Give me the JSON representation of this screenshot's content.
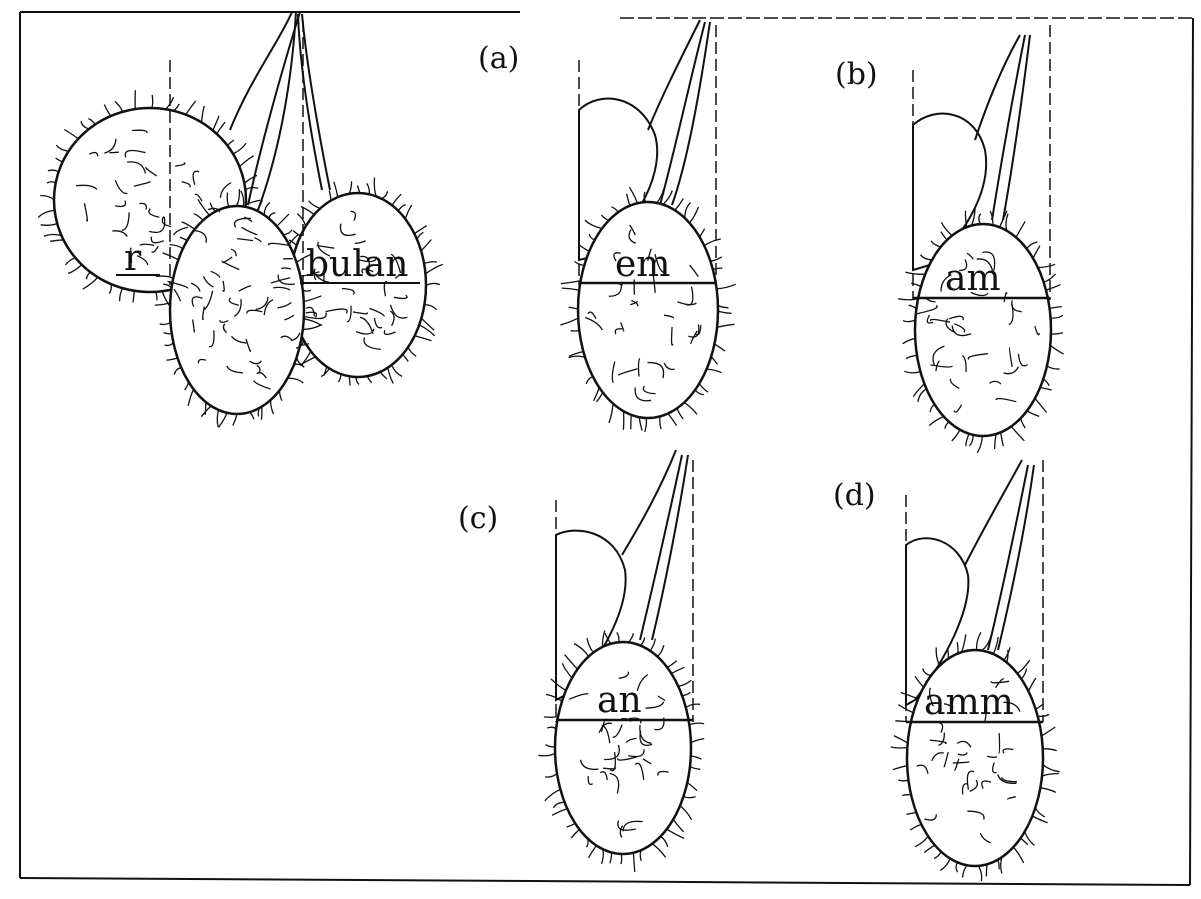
{
  "figure": {
    "main_cluster": {
      "left_label": "r",
      "right_label": "bulan"
    },
    "panels": [
      {
        "id": "a",
        "panel_label": "(a)",
        "word": "em"
      },
      {
        "id": "b",
        "panel_label": "(b)",
        "word": "am"
      },
      {
        "id": "c",
        "panel_label": "(c)",
        "word": "an"
      },
      {
        "id": "d",
        "panel_label": "(d)",
        "word": "amm"
      }
    ]
  },
  "colors": {
    "ink": "#111111",
    "paper": "#ffffff"
  }
}
